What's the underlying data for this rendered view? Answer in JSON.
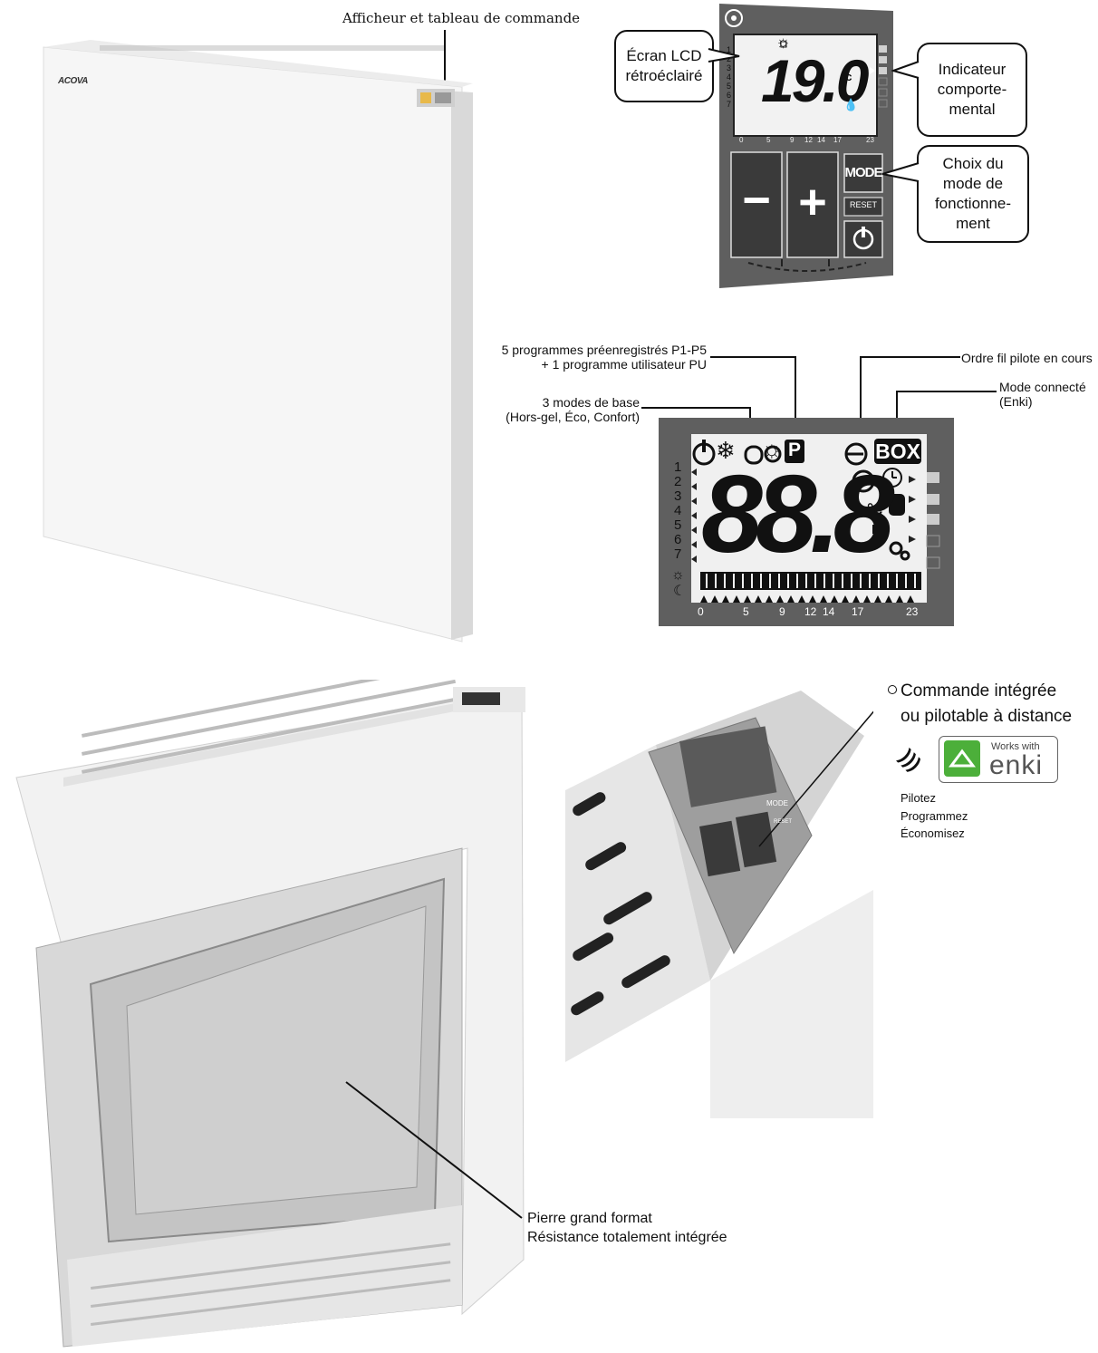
{
  "top": {
    "display_caption": "Afficheur et tableau de commande",
    "brand_logo_text": "ACOVA"
  },
  "panel": {
    "lcd_label": "Écran LCD\nrétroéclairé",
    "behaviour_label": "Indicateur\ncomporte-\nmental",
    "mode_choice_label": "Choix du\nmode de\nfonctionne-\nment",
    "temperature": "19.0",
    "unit": "°c",
    "program_numbers": [
      "1",
      "2",
      "3",
      "4",
      "5",
      "6",
      "7"
    ],
    "hour_ticks": [
      "0",
      "5",
      "9",
      "12",
      "14",
      "17",
      "23"
    ],
    "minus_label": "−",
    "plus_label": "+",
    "mode_label": "MODE",
    "reset_label": "RESET"
  },
  "lcd_detail": {
    "programs_label": "5 programmes préenregistrés P1-P5\n+ 1 programme utilisateur PU",
    "base_modes_label": "3 modes de base\n(Hors-gel, Éco, Confort)",
    "pilot_order_label": "Ordre fil pilote en cours",
    "connected_mode_label": "Mode connecté\n(Enki)",
    "p_badge": "P",
    "box_badge": "BOX",
    "big_digits": "88.8",
    "unit": "°c",
    "program_numbers": [
      "1",
      "2",
      "3",
      "4",
      "5",
      "6",
      "7"
    ],
    "hour_ticks": [
      "0",
      "5",
      "9",
      "12",
      "14",
      "17",
      "23"
    ]
  },
  "bottom": {
    "stone_label": "Pierre grand format\nRésistance totalement intégrée",
    "control_label": "Commande intégrée\nou pilotable à distance",
    "enki_works_with": "Works with",
    "enki_name": "enki",
    "enki_slogan": "Pilotez\nProgrammez\nÉconomisez",
    "zoom_mode": "MODE",
    "zoom_reset": "RESET"
  },
  "colors": {
    "panel_grey": "#5f5f5f",
    "enki_green": "#4caf3a",
    "radiator_white": "#f4f4f4"
  }
}
